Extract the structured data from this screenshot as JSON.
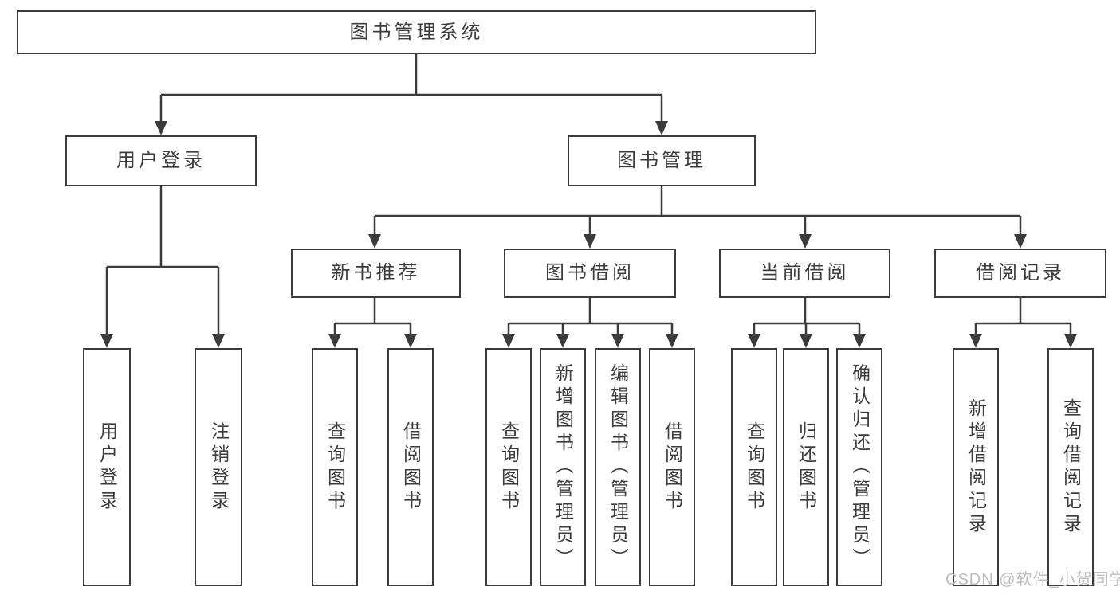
{
  "diagram_type": "hierarchy-tree",
  "colors": {
    "line": "#3b3b3b",
    "text": "#3c3c3c",
    "box_background": "#ffffff",
    "page_background": "#ffffff",
    "watermark": "#bdbdbd"
  },
  "tree": {
    "label": "图书管理系统",
    "children": [
      {
        "label": "用户登录",
        "children": [
          {
            "label": "用户登录"
          },
          {
            "label": "注销登录"
          }
        ]
      },
      {
        "label": "图书管理",
        "children": [
          {
            "label": "新书推荐",
            "children": [
              {
                "label": "查询图书"
              },
              {
                "label": "借阅图书"
              }
            ]
          },
          {
            "label": "图书借阅",
            "children": [
              {
                "label": "查询图书"
              },
              {
                "label": "新增图书（管理员）"
              },
              {
                "label": "编辑图书（管理员）"
              },
              {
                "label": "借阅图书"
              }
            ]
          },
          {
            "label": "当前借阅",
            "children": [
              {
                "label": "查询图书"
              },
              {
                "label": "归还图书"
              },
              {
                "label": "确认归还（管理员）"
              }
            ]
          },
          {
            "label": "借阅记录",
            "children": [
              {
                "label": "新增借阅记录"
              },
              {
                "label": "查询借阅记录"
              }
            ]
          }
        ]
      }
    ]
  },
  "watermark": {
    "text": "CSDN @软件_小贺同学"
  }
}
